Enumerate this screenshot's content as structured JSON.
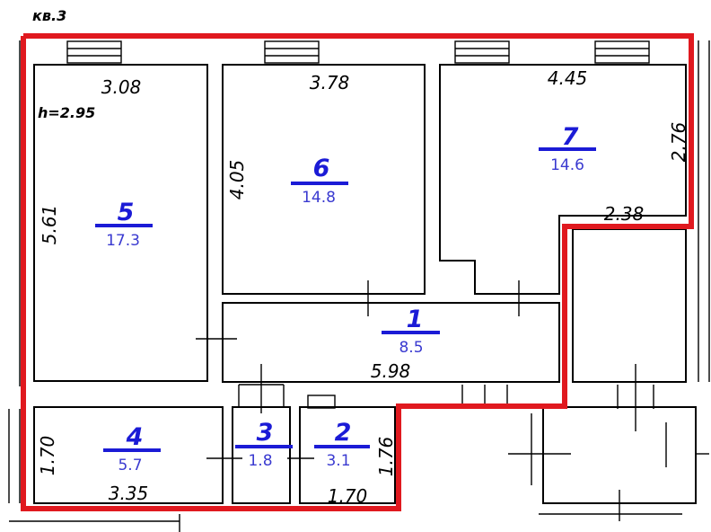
{
  "plan": {
    "flat_label": "кв.3",
    "ceiling_height": "h=2.95",
    "colors": {
      "boundary": "#e0191f",
      "room_number": "#1b1bd6",
      "room_area": "#3a3ad0",
      "walls": "#000000",
      "background": "#ffffff"
    },
    "rooms": [
      {
        "number": "1",
        "area": "8.5"
      },
      {
        "number": "2",
        "area": "3.1"
      },
      {
        "number": "3",
        "area": "1.8"
      },
      {
        "number": "4",
        "area": "5.7"
      },
      {
        "number": "5",
        "area": "17.3"
      },
      {
        "number": "6",
        "area": "14.8"
      },
      {
        "number": "7",
        "area": "14.6"
      }
    ],
    "dimensions": {
      "room5_width": "3.08",
      "room5_length": "5.61",
      "room6_width": "3.78",
      "room6_length": "4.05",
      "room7_width": "4.45",
      "room7_length": "2.76",
      "room7_inner": "2.38",
      "room1_length": "5.98",
      "room4_width": "3.35",
      "room4_length": "1.70",
      "room2_width": "1.70",
      "room2_length": "1.76"
    }
  }
}
